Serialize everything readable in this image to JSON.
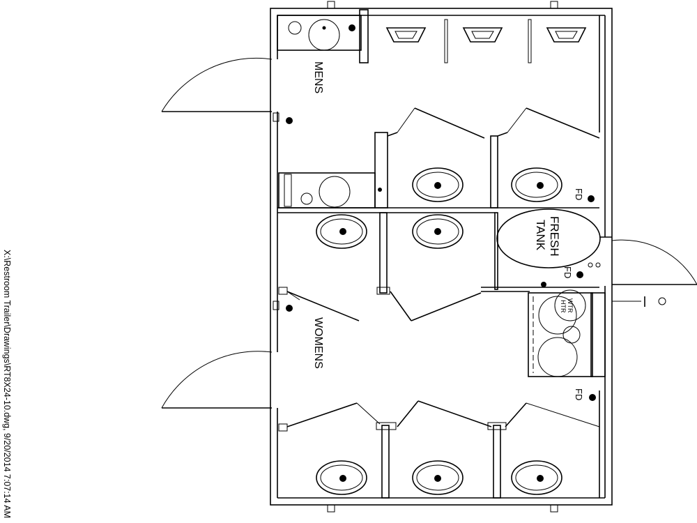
{
  "file_stamp": "X:\\Restroom Trailer\\Drawings\\RT8X24-10.dwg, 9/20/2014 7:07:14 AM",
  "rooms": {
    "mens": "MENS",
    "womens": "WOMENS",
    "fresh_tank": [
      "FRESH",
      "TANK"
    ],
    "water_heater": [
      "WTR",
      "HTR"
    ]
  },
  "floor_drain_label": "FD",
  "floor_drains": [
    "FD",
    "FD",
    "FD"
  ]
}
